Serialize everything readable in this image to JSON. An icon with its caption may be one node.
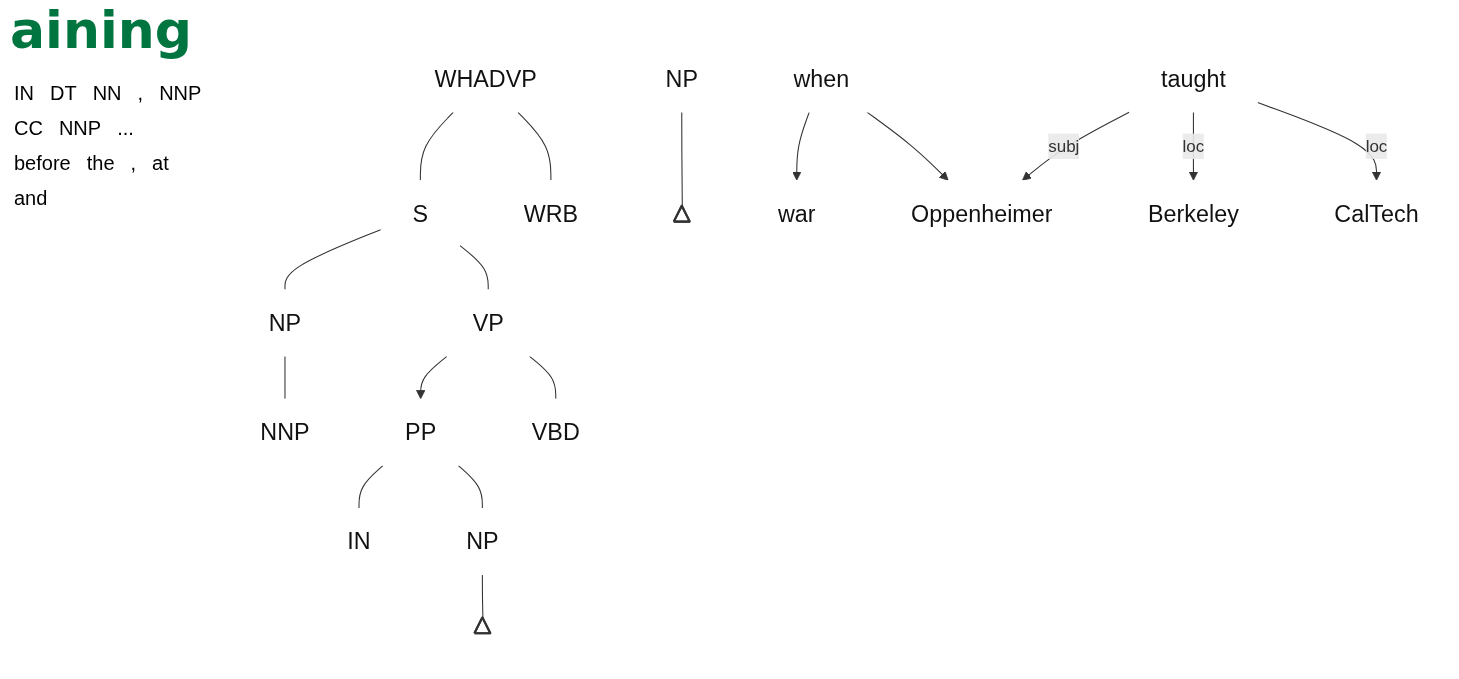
{
  "diagram": {
    "title": "aining",
    "nodes": [
      {
        "text": [
          "WHADVP"
        ]
      },
      {
        "text": [
          "S"
        ]
      },
      {
        "text": [
          "VP"
        ]
      },
      {
        "text": [
          "PP"
        ]
      },
      {
        "text": [
          "NP"
        ]
      },
      {
        "text": [
          "NP"
        ]
      },
      {
        "text": [],
        "shape": "triangle"
      },
      {
        "text": [
          "NP"
        ]
      },
      {
        "text": [],
        "shape": "triangle"
      },
      {
        "text": [
          "WRB"
        ]
      },
      {
        "text": [
          "NNP"
        ]
      },
      {
        "text": [
          "VBD"
        ]
      },
      {
        "text": [
          "IN"
        ]
      },
      {
        "text": [
          "war"
        ]
      },
      {
        "text": [
          "when"
        ]
      },
      {
        "text": [
          "Oppenheimer"
        ]
      },
      {
        "text": [
          "taught"
        ]
      },
      {
        "text": [
          "Berkeley"
        ]
      },
      {
        "text": [
          "CalTech"
        ]
      }
    ],
    "edges": [
      {
        "from": 0,
        "to": 1,
        "arrow": "none"
      },
      {
        "from": 0,
        "to": 9,
        "arrow": "none"
      },
      {
        "from": 1,
        "to": 4,
        "arrow": "none"
      },
      {
        "from": 1,
        "to": 2,
        "arrow": "none"
      },
      {
        "from": 2,
        "to": 3,
        "arrow": "to"
      },
      {
        "from": 2,
        "to": 11,
        "arrow": "none"
      },
      {
        "from": 3,
        "to": 12,
        "arrow": "none"
      },
      {
        "from": 3,
        "to": 5,
        "arrow": "none"
      },
      {
        "from": 5,
        "to": 6,
        "arrow": "none"
      },
      {
        "from": 7,
        "to": 8,
        "arrow": "none"
      },
      {
        "from": 4,
        "to": 10,
        "arrow": "none"
      },
      {
        "from": 14,
        "to": 13,
        "arrow": "to"
      },
      {
        "from": 14,
        "to": 15,
        "arrow": "to"
      },
      {
        "from": 16,
        "to": 15,
        "label": "subj",
        "arrow": "to"
      },
      {
        "from": 16,
        "to": 17,
        "label": "loc",
        "arrow": "to"
      },
      {
        "from": 16,
        "to": 18,
        "label": "loc",
        "arrow": "to"
      }
    ],
    "labels": [
      "IN",
      "DT",
      "NN",
      ",",
      "NNP",
      "CC",
      "NNP",
      "...",
      "before",
      "the",
      ",",
      "at",
      "and"
    ]
  }
}
